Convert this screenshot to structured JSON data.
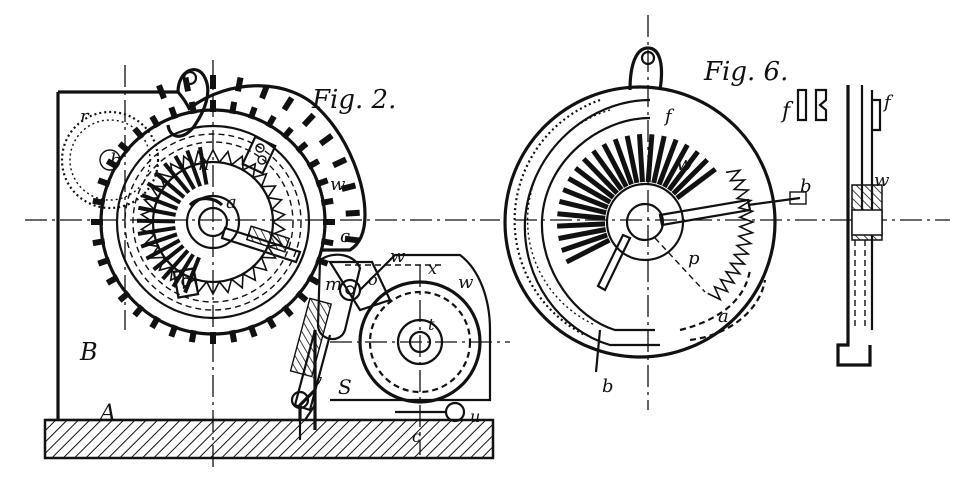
{
  "figures": [
    {
      "id": "fig2",
      "title": "Fig. 2.",
      "labels": [
        "r",
        "b",
        "n",
        "a",
        "w",
        "c",
        "m",
        "w",
        "x",
        "w",
        "o",
        "t",
        "B",
        "v",
        "S",
        "A",
        "u",
        "c"
      ]
    },
    {
      "id": "fig6",
      "title": "Fig. 6.",
      "labels": [
        "f",
        "w",
        "b",
        "p",
        "a",
        "b",
        "f",
        "f",
        "w"
      ]
    }
  ],
  "colors": {
    "ink": "#111111",
    "paper": "#ffffff"
  }
}
